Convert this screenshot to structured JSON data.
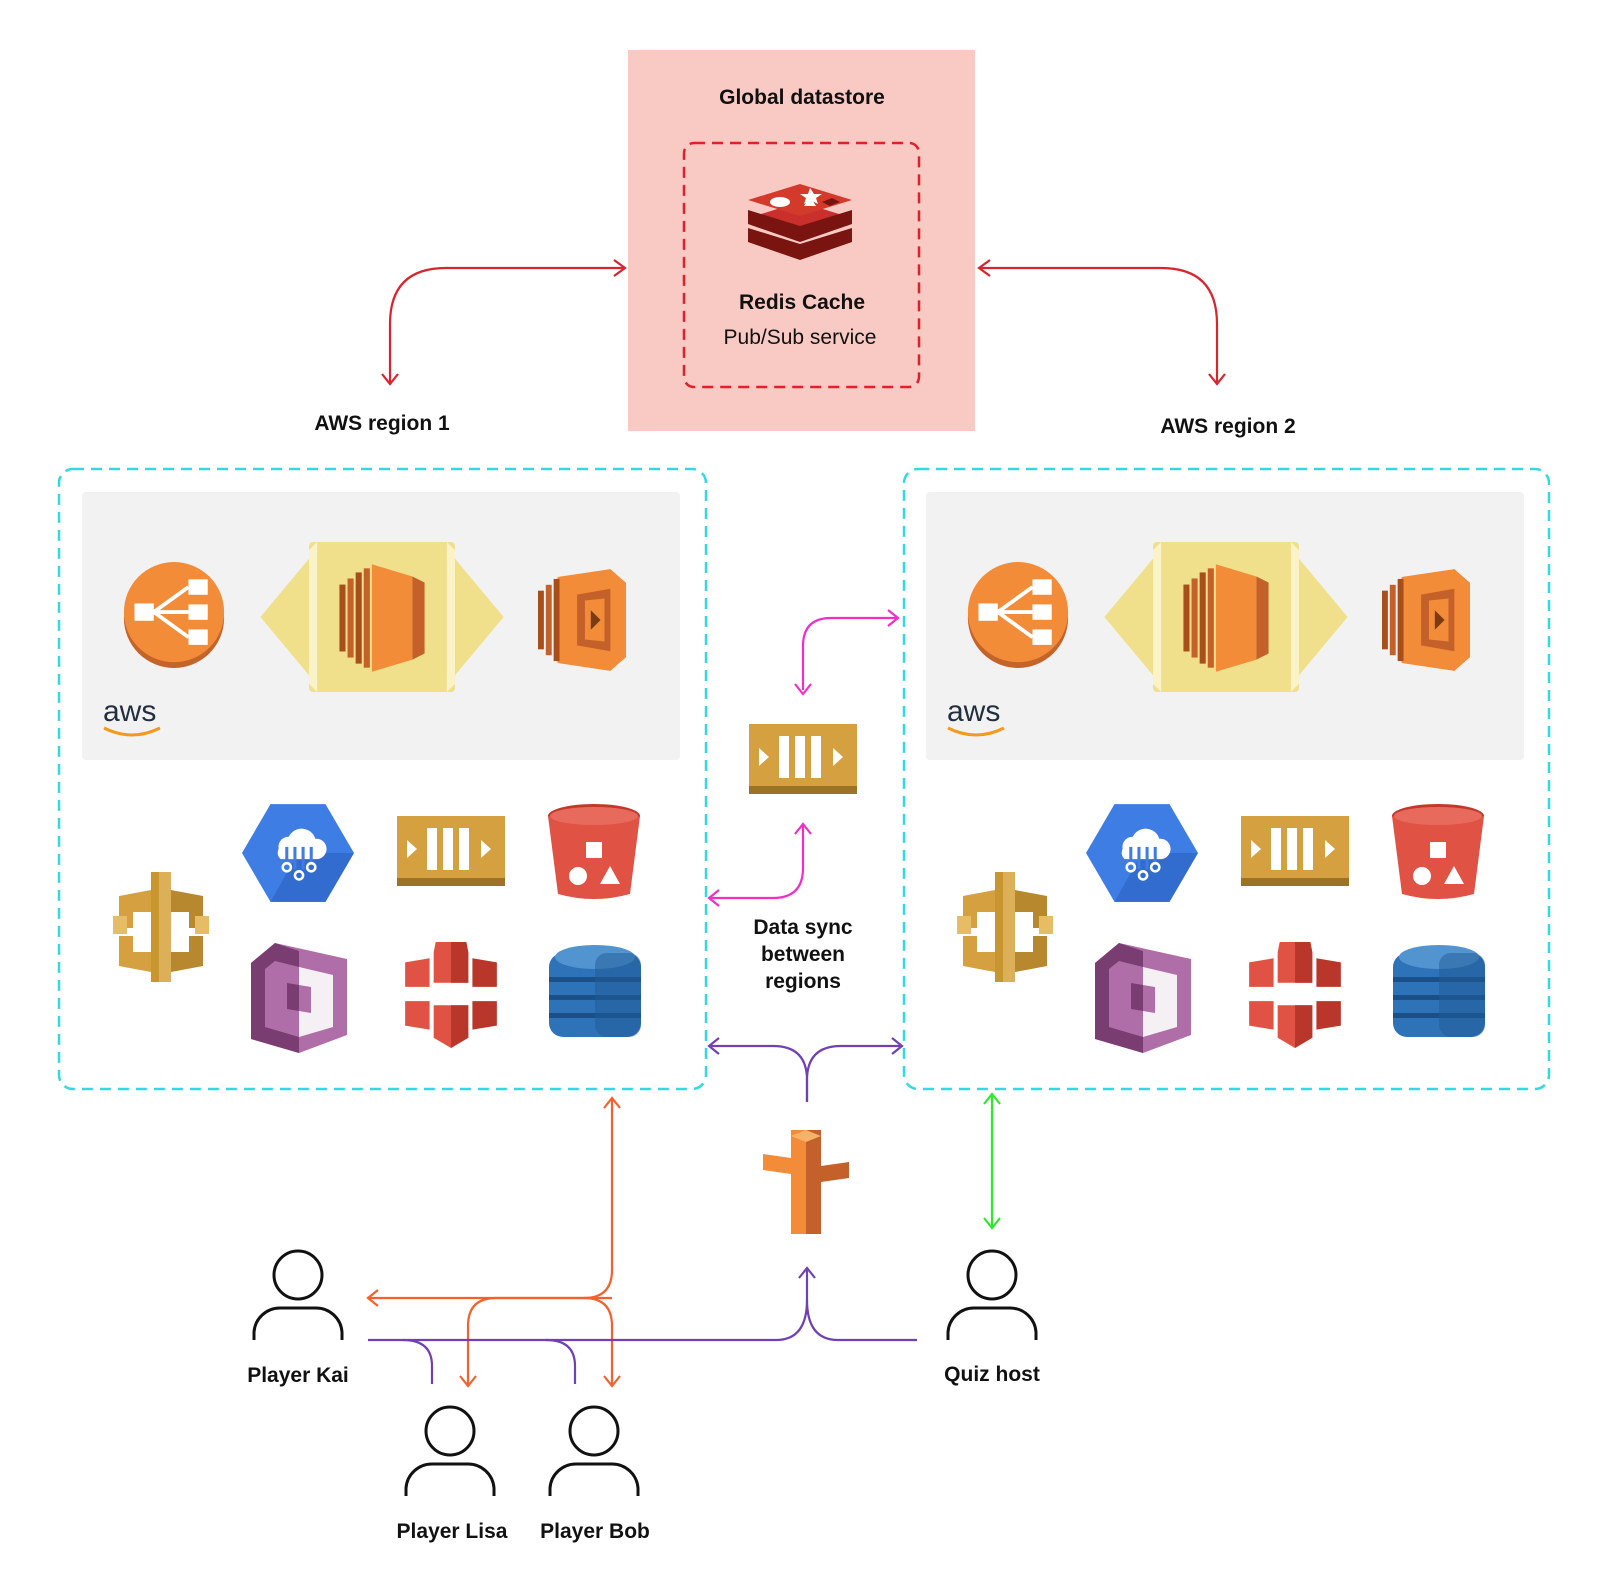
{
  "global_datastore": {
    "title": "Global datastore",
    "service_name": "Redis Cache",
    "service_subtitle": "Pub/Sub service",
    "icon": "redis-icon"
  },
  "regions": [
    {
      "label": "AWS region 1",
      "brand": "aws"
    },
    {
      "label": "AWS region 2",
      "brand": "aws"
    }
  ],
  "sync_label": [
    "Data sync",
    "between",
    "regions"
  ],
  "users": {
    "kai": "Player Kai",
    "lisa": "Player Lisa",
    "bob": "Player Bob",
    "host": "Quiz host"
  },
  "icons": {
    "region_top": [
      "load-balancer-icon",
      "auto-scaling-ec2-icon",
      "lambda-icon"
    ],
    "region_grid": [
      "api-gateway-icon",
      "iot-core-icon",
      "sqs-queue-icon",
      "s3-bucket-icon",
      "cognito-icon",
      "elasticache-icon",
      "dynamodb-icon"
    ],
    "center": [
      "sqs-queue-icon",
      "route53-icon"
    ]
  },
  "colors": {
    "datastore_bg": "#f9c9c3",
    "datastore_border": "#e0202a",
    "redis_arrows": "#d9232d",
    "region_border": "#33d9e0",
    "region_inner_bg": "#f2f2f2",
    "sync_arrows": "#f02fc8",
    "purple_arrows": "#7040b5",
    "orange_arrows": "#f5612a",
    "green_arrows": "#2ee82e",
    "aws_orange": "#f28c38",
    "aws_gold": "#d4a040",
    "s3_red": "#e05243",
    "dynamodb_blue": "#2e73b8",
    "cognito_purple": "#b06ea8",
    "gcp_blue": "#3d7de4"
  }
}
